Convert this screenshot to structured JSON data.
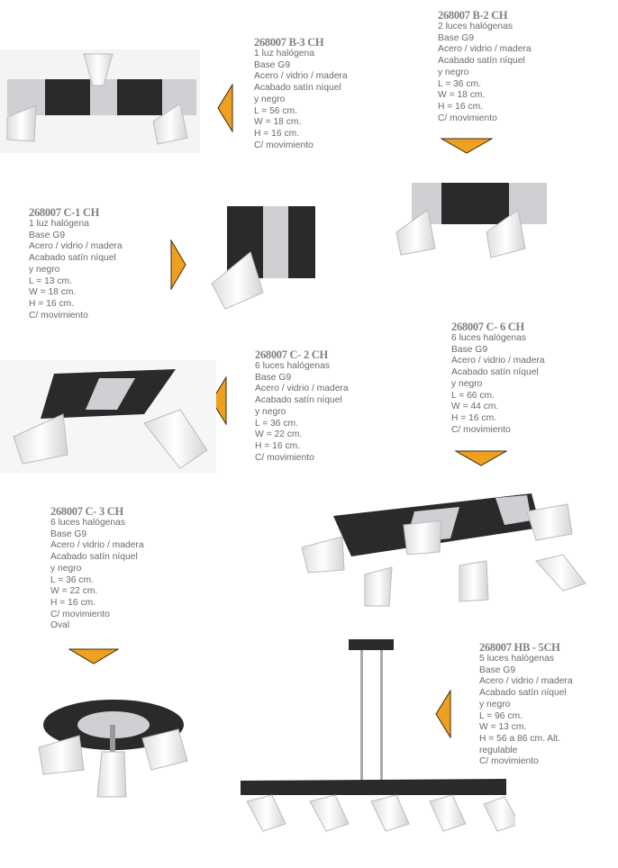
{
  "products": [
    {
      "code": "268007 B-3 CH",
      "lines": [
        "1 luz halógena",
        "Base G9",
        "Acero / vidrio / madera",
        "Acabado satín níquel",
        "y negro",
        "L  = 56 cm.",
        "W = 18 cm.",
        "H  = 16 cm.",
        "C/ movimiento"
      ]
    },
    {
      "code": "268007 B-2 CH",
      "lines": [
        "2 luces halógenas",
        "Base G9",
        "Acero / vidrio / madera",
        "Acabado satín níquel",
        "y negro",
        "L  = 36 cm.",
        "W = 18 cm.",
        "H  = 16 cm.",
        "C/ movimiento"
      ]
    },
    {
      "code": "268007 C-1 CH",
      "lines": [
        "1 luz halógena",
        "Base G9",
        "Acero / vidrio / madera",
        "Acabado satín níquel",
        "y negro",
        "L  = 13 cm.",
        "W = 18 cm.",
        "H  = 16 cm.",
        "C/ movimiento"
      ]
    },
    {
      "code": "268007 C- 6 CH",
      "lines": [
        "6 luces halógenas",
        "Base G9",
        "Acero / vidrio / madera",
        "Acabado satín níquel",
        "y negro",
        "L  = 66 cm.",
        "W = 44 cm.",
        "H  = 16 cm.",
        "C/ movimiento"
      ]
    },
    {
      "code": "268007 C- 2 CH",
      "lines": [
        "6 luces halógenas",
        "Base G9",
        "Acero / vidrio / madera",
        "Acabado satín níquel",
        "y negro",
        "L  = 36 cm.",
        "W = 22 cm.",
        "H  = 16 cm.",
        "C/ movimiento"
      ]
    },
    {
      "code": "268007 C- 3 CH",
      "lines": [
        "6 luces halógenas",
        "Base G9",
        "Acero / vidrio / madera",
        "Acabado satín níquel",
        "y negro",
        "L  = 36 cm.",
        "W = 22 cm.",
        "H  = 16 cm.",
        "C/ movimiento",
        "Oval"
      ]
    },
    {
      "code": "268007 HB - 5CH",
      "lines": [
        "5 luces halógenas",
        "Base G9",
        "Acero / vidrio / madera",
        "Acabado satín níquel",
        "y negro",
        "L  = 96 cm.",
        "W = 13 cm.",
        "H  = 56 a 86 cm. Alt.",
        "regulable",
        "C/ movimiento"
      ]
    }
  ],
  "colors": {
    "arrow": "#f0a020",
    "arrow_outline": "#3a2a10",
    "text": "#6a6a6a",
    "wood": "#2a2a2a",
    "chrome": "#c8c8cc"
  }
}
